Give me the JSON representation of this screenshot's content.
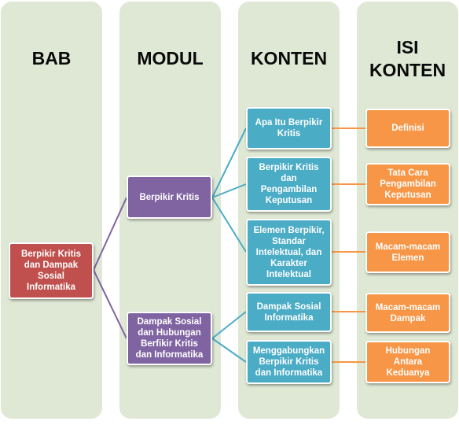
{
  "columns": {
    "bab": "BAB",
    "modul": "MODUL",
    "konten": "KONTEN",
    "isi_konten": "ISI\nKONTEN"
  },
  "bab": {
    "item": "Berpikir Kritis\ndan Dampak\nSosial\nInformatika"
  },
  "modul": [
    "Berpikir Kritis",
    "Dampak Sosial\ndan Hubungan\nBerfikir Kritis\ndan Informatika"
  ],
  "konten": [
    "Apa Itu Berpikir\nKritis",
    "Berpikir Kritis\ndan\nPengambilan\nKeputusan",
    "Elemen Berpikir,\nStandar\nIntelektual, dan\nKarakter\nIntelektual",
    "Dampak Sosial\nInformatika",
    "Menggabungkan\nBerpikir Kritis\ndan Informatika"
  ],
  "isi_konten": [
    "Definisi",
    "Tata Cara\nPengambilan\nKeputusan",
    "Macam-macam\nElemen",
    "Macam-macam\nDampak",
    "Hubungan\nAntara\nKeduanya"
  ],
  "colors": {
    "column_bg": "#dfe8d5",
    "bab": "#c0504d",
    "modul": "#8064a2",
    "konten": "#4bacc6",
    "isi_konten": "#f79646"
  }
}
